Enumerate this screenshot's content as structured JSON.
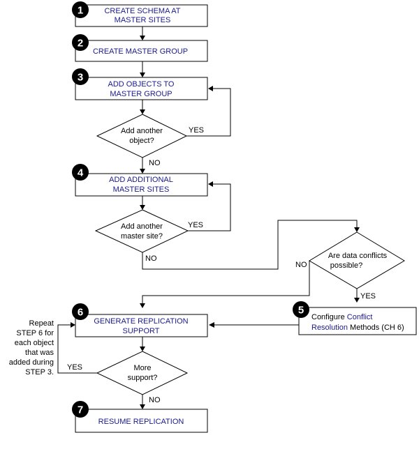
{
  "steps": {
    "s1": {
      "number": "1",
      "line1": "CREATE SCHEMA AT",
      "line2": "MASTER SITES"
    },
    "s2": {
      "number": "2",
      "line1": "CREATE MASTER GROUP"
    },
    "s3": {
      "number": "3",
      "line1": "ADD OBJECTS TO",
      "line2": "MASTER GROUP"
    },
    "s4": {
      "number": "4",
      "line1": "ADD ADDITIONAL",
      "line2": "MASTER SITES"
    },
    "s5": {
      "number": "5",
      "line1_a": "Configure ",
      "line1_b": "Conflict",
      "line2_a": "Resolution",
      "line2_b": " Methods (CH 6)"
    },
    "s6": {
      "number": "6",
      "line1": "GENERATE REPLICATION",
      "line2": "SUPPORT"
    },
    "s7": {
      "number": "7",
      "line1": "RESUME REPLICATION"
    }
  },
  "decisions": {
    "d1": {
      "line1": "Add another",
      "line2": "object?",
      "yes": "YES",
      "no": "NO"
    },
    "d2": {
      "line1": "Add another",
      "line2": "master site?",
      "yes": "YES",
      "no": "NO"
    },
    "d3": {
      "line1": "Are data conflicts",
      "line2": "possible?",
      "yes": "YES",
      "no": "NO"
    },
    "d4": {
      "line1": "More",
      "line2": "support?",
      "yes": "YES",
      "no": "NO"
    }
  },
  "note": {
    "lines": [
      "Repeat",
      "STEP 6 for",
      "each object",
      "that was",
      "added during",
      "STEP 3."
    ]
  },
  "colors": {
    "step_text": "#1a1a8c",
    "badge": "#000000",
    "line": "#000000"
  }
}
